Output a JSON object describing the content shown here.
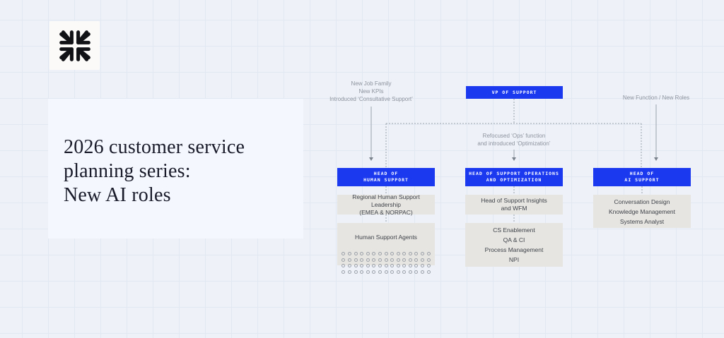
{
  "hero": {
    "title": "2026 customer service\nplanning series:\nNew AI roles"
  },
  "logo": {
    "name": "inward-arrows-burst-logo"
  },
  "chart": {
    "vp": {
      "label": "VP OF SUPPORT"
    },
    "annotations": {
      "left": "New Job Family\nNew KPIs\nIntroduced ‘Consultative Support’",
      "middle": "Refocused ‘Ops’ function\nand introduced ‘Optimization’",
      "right": "New Function / New Roles"
    },
    "columns": [
      {
        "head": "HEAD OF\nHUMAN SUPPORT",
        "boxes": [
          "Regional Human Support Leadership\n(EMEA & NORPAC)"
        ],
        "agents": {
          "title": "Human Support Agents",
          "rows": 4,
          "per_row": 15
        }
      },
      {
        "head": "HEAD OF SUPPORT OPERATIONS\nAND OPTIMIZATION",
        "boxes": [
          "Head of Support Insights\nand WFM",
          "CS Enablement\nQA & CI\nProcess Management\nNPI"
        ]
      },
      {
        "head": "HEAD OF\nAI SUPPORT",
        "boxes": [
          "Conversation Design\nKnowledge Management\nSystems Analyst"
        ]
      }
    ]
  },
  "colors": {
    "accent_blue": "#1b3af0",
    "box_gray": "#e7e5e1",
    "annotation_gray": "#8d939d",
    "title_navy": "#191b2a",
    "line_gray": "#98a0aa"
  }
}
